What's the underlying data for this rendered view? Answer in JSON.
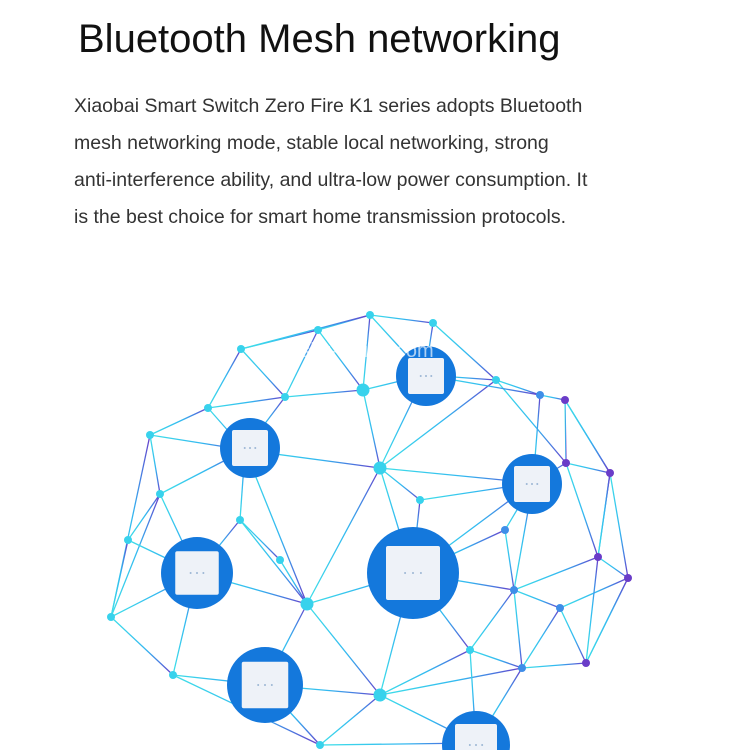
{
  "header": {
    "title": "Bluetooth Mesh networking"
  },
  "description": {
    "lines": [
      "Xiaobai Smart Switch Zero Fire K1 series adopts Bluetooth",
      "mesh networking mode, stable local networking, strong",
      "anti-interference ability, and ultra-low power consumption. It",
      "is the best choice for smart home transmission protocols."
    ]
  },
  "watermark": "sunsky-online.com",
  "colors": {
    "cyan": "#3fd0f0",
    "purple": "#6a3cc8",
    "switch_circle": "#1478dc",
    "switch_plate": "#eef2f8"
  }
}
